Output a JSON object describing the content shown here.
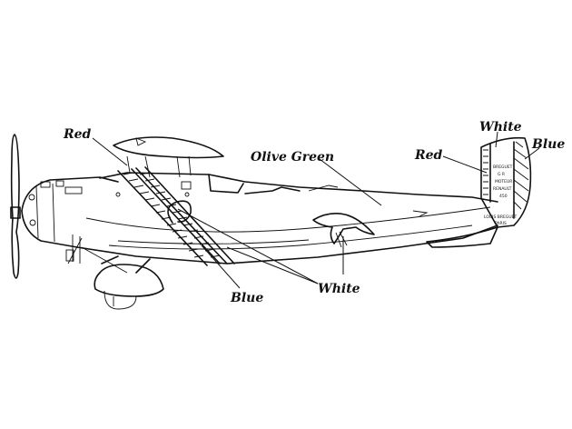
{
  "labels": {
    "red_wing": "Red",
    "olive_green": "Olive Green",
    "red_tail": "Red",
    "white_top": "White",
    "blue_top": "Blue",
    "blue_bottom": "Blue",
    "white_bottom": "White"
  },
  "tail_markings": {
    "line1": "BREGUET",
    "line2": "G R",
    "line3": "MOTEUR",
    "line4": "RENAULT",
    "line5": "450",
    "line6": "LOUIS BREGUET",
    "line7": "PARIS"
  },
  "colors": {
    "ink": "#111111",
    "background": "#ffffff"
  }
}
